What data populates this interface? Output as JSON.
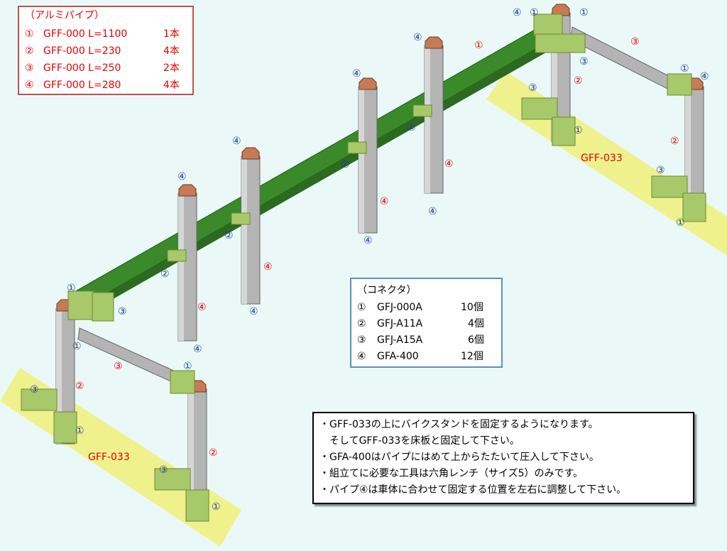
{
  "colors": {
    "background": "#eaf9f8",
    "pipe": "#b4b4b4",
    "connector": "#a8c96a",
    "rail": "#3a8a2a",
    "base_highlight": "#f0f07a",
    "cap": "#c87a55",
    "red_label": "#e60000",
    "blue_label": "#1f3f8a"
  },
  "pipe_legend": {
    "title": "（アルミパイプ）",
    "items": [
      {
        "no": "①",
        "part": "GFF-000 L=1100",
        "qty": "1本"
      },
      {
        "no": "②",
        "part": "GFF-000 L=230",
        "qty": "4本"
      },
      {
        "no": "③",
        "part": "GFF-000 L=250",
        "qty": "2本"
      },
      {
        "no": "④",
        "part": "GFF-000 L=280",
        "qty": "4本"
      }
    ]
  },
  "connector_legend": {
    "title": "（コネクタ）",
    "items": [
      {
        "no": "①",
        "part": "GFJ-000A",
        "qty": "10個"
      },
      {
        "no": "②",
        "part": "GFJ-A11A",
        "qty": "4個"
      },
      {
        "no": "③",
        "part": "GFJ-A15A",
        "qty": "6個"
      },
      {
        "no": "④",
        "part": "GFA-400",
        "qty": "12個"
      }
    ]
  },
  "notes": [
    "・GFF-033の上にバイクスタンドを固定するようになります。",
    "　そしてGFF-033を床板と固定して下さい。",
    "・GFA-400はパイプにはめて上からたたいて圧入して下さい。",
    "・組立てに必要な工具は六角レンチ（サイズ5）のみです。",
    "・パイプ④は車体に合わせて固定する位置を左右に調整して下さい。"
  ],
  "base_label": "GFF-033",
  "callouts": {
    "one": "①",
    "two": "②",
    "three": "③",
    "four": "④"
  }
}
